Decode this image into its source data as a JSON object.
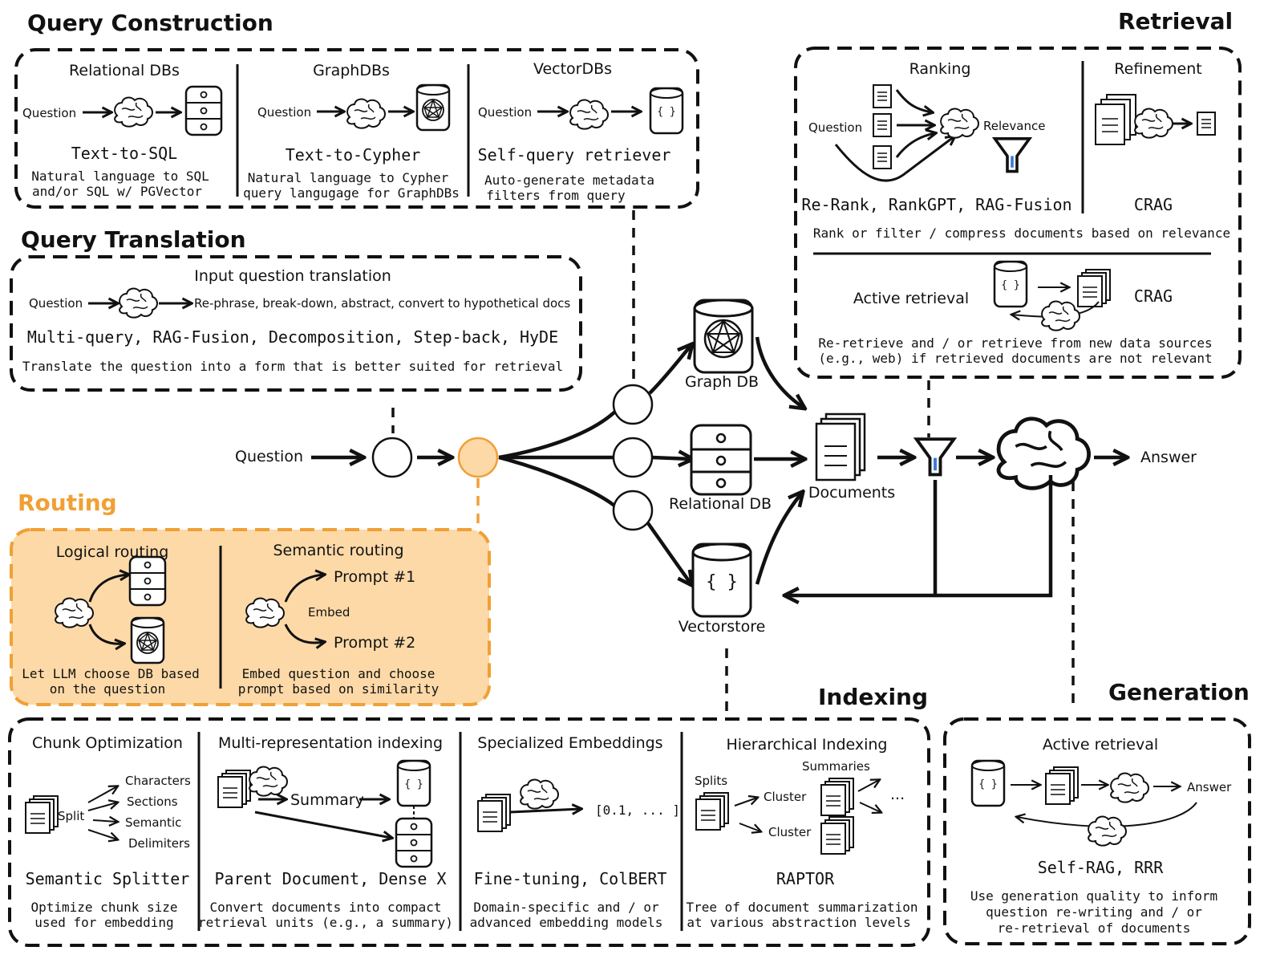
{
  "colors": {
    "routing_accent": "#f0a035",
    "routing_fill": "#fdd9a8",
    "ink": "#111111",
    "funnel_mark": "#3a7bd5"
  },
  "icons": [
    "brain-icon",
    "database-icon",
    "graph-database-icon",
    "vectorstore-icon",
    "document-icon",
    "funnel-icon"
  ],
  "query_construction": {
    "title": "Query Construction",
    "relational": {
      "header": "Relational DBs",
      "question": "Question",
      "name": "Text-to-SQL",
      "desc1": "Natural language to SQL",
      "desc2": "and/or SQL w/ PGVector"
    },
    "graph": {
      "header": "GraphDBs",
      "question": "Question",
      "name": "Text-to-Cypher",
      "desc1": "Natural language to Cypher",
      "desc2": "query langugage for GraphDBs"
    },
    "vector": {
      "header": "VectorDBs",
      "question": "Question",
      "name": "Self-query retriever",
      "desc1": "Auto-generate metadata",
      "desc2": "filters from query"
    }
  },
  "query_translation": {
    "title": "Query Translation",
    "header": "Input question translation",
    "question": "Question",
    "flow": "Re-phrase, break-down, abstract, convert to hypothetical docs",
    "methods": "Multi-query, RAG-Fusion, Decomposition, Step-back, HyDE",
    "desc": "Translate the question into a form that is better suited for retrieval"
  },
  "routing": {
    "title": "Routing",
    "logical": {
      "header": "Logical routing",
      "desc1": "Let LLM choose DB based",
      "desc2": "on the question"
    },
    "semantic": {
      "header": "Semantic routing",
      "prompt1": "Prompt #1",
      "embed": "Embed",
      "prompt2": "Prompt #2",
      "desc1": "Embed question and choose",
      "desc2": "prompt based on similarity"
    }
  },
  "retrieval": {
    "title": "Retrieval",
    "ranking": {
      "header": "Ranking",
      "question": "Question",
      "relevance": "Relevance",
      "methods": "Re-Rank, RankGPT, RAG-Fusion"
    },
    "refinement": {
      "header": "Refinement",
      "name": "CRAG"
    },
    "desc": "Rank or filter / compress documents based on relevance",
    "active": {
      "label": "Active retrieval",
      "name": "CRAG",
      "desc1": "Re-retrieve and / or retrieve from new data sources",
      "desc2": "(e.g., web) if retrieved documents are not relevant"
    }
  },
  "center": {
    "question": "Question",
    "graph_db": "Graph DB",
    "relational_db": "Relational DB",
    "vectorstore": "Vectorstore",
    "documents": "Documents",
    "answer": "Answer"
  },
  "indexing": {
    "title": "Indexing",
    "chunk": {
      "header": "Chunk Optimization",
      "split": "Split",
      "items": [
        "Characters",
        "Sections",
        "Semantic",
        "Delimiters"
      ],
      "name": "Semantic Splitter",
      "desc1": "Optimize chunk size",
      "desc2": "used for embedding"
    },
    "multi": {
      "header": "Multi-representation indexing",
      "summary": "Summary",
      "name": "Parent Document, Dense X",
      "desc1": "Convert documents into compact",
      "desc2": "retrieval units (e.g., a summary)"
    },
    "specialized": {
      "header": "Specialized Embeddings",
      "vector": "[0.1, ... ]",
      "name": "Fine-tuning, ColBERT",
      "desc1": "Domain-specific and / or",
      "desc2": "advanced embedding models"
    },
    "hierarchical": {
      "header": "Hierarchical Indexing",
      "splits": "Splits",
      "summaries": "Summaries",
      "cluster1": "Cluster",
      "cluster2": "Cluster",
      "ellipsis": "...",
      "name": "RAPTOR",
      "desc1": "Tree of document summarization",
      "desc2": "at various abstraction levels"
    }
  },
  "generation": {
    "title": "Generation",
    "header": "Active retrieval",
    "answer": "Answer",
    "name": "Self-RAG, RRR",
    "desc1": "Use generation quality to inform",
    "desc2": "question re-writing and / or",
    "desc3": "re-retrieval of documents"
  }
}
